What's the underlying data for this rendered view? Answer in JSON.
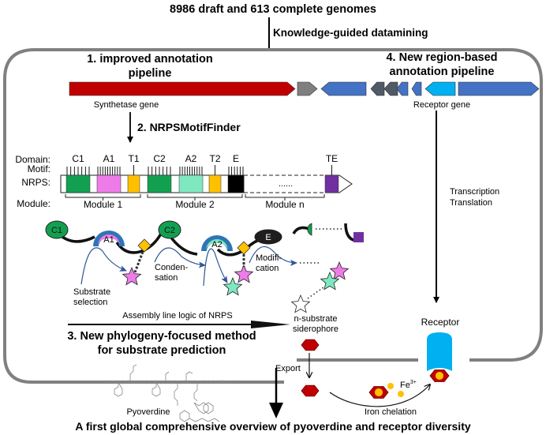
{
  "header": {
    "title": "8986 draft and 613 complete genomes",
    "subtitle": "Knowledge-guided datamining"
  },
  "steps": {
    "step1": [
      "1. improved annotation",
      "pipeline"
    ],
    "step2": "2. NRPSMotifFinder",
    "step3": [
      "3. New phylogeny-focused method",
      "for substrate prediction"
    ],
    "step4": [
      "4. New region-based",
      "annotation pipeline"
    ]
  },
  "genes": {
    "synthetase_label": "Synthetase gene",
    "receptor_label": "Receptor gene",
    "colors": {
      "synthetase": "#c00000",
      "other": "#7f7f7f",
      "neighbor": "#4472c4",
      "dark": "#505a66",
      "receptor": "#00b0f0"
    }
  },
  "nrps": {
    "row_labels": {
      "domain": "Domain:",
      "motif": "Motif:",
      "nrps": "NRPS:",
      "module": "Module:"
    },
    "domains": [
      {
        "label": "C1",
        "color": "#12a050"
      },
      {
        "label": "A1",
        "color": "#ee7ce8"
      },
      {
        "label": "T1",
        "color": "#ffc000"
      },
      {
        "label": "C2",
        "color": "#12a050"
      },
      {
        "label": "A2",
        "color": "#7fe8c0"
      },
      {
        "label": "T2",
        "color": "#ffc000"
      },
      {
        "label": "E",
        "color": "#000000"
      },
      {
        "label": "TE",
        "color": "#7030a0"
      }
    ],
    "ellipsis": "......",
    "modules": [
      "Module 1",
      "Module 2",
      "Module n"
    ]
  },
  "assembly": {
    "enzymes": {
      "c1": "C1",
      "a1": "A1",
      "c2": "C2",
      "a2": "A2",
      "e": "E"
    },
    "labels": {
      "substrate_selection": [
        "Substrate",
        "selection"
      ],
      "condensation": [
        "Conden-",
        "sation"
      ],
      "modification": [
        "Modifi-",
        "cation"
      ],
      "assembly_line": "Assembly line logic of NRPS",
      "product": [
        "n-substrate",
        "siderophore"
      ]
    }
  },
  "receptor": {
    "transcription": [
      "Transcription",
      "Translation"
    ],
    "label": "Receptor"
  },
  "outside": {
    "export": "Export",
    "fe": "Fe",
    "fe_charge": "3+",
    "iron_chelation": "Iron chelation",
    "pyoverdine": "Pyoverdine",
    "conclusion": "A first global comprehensive overview of pyoverdine and receptor diversity"
  }
}
